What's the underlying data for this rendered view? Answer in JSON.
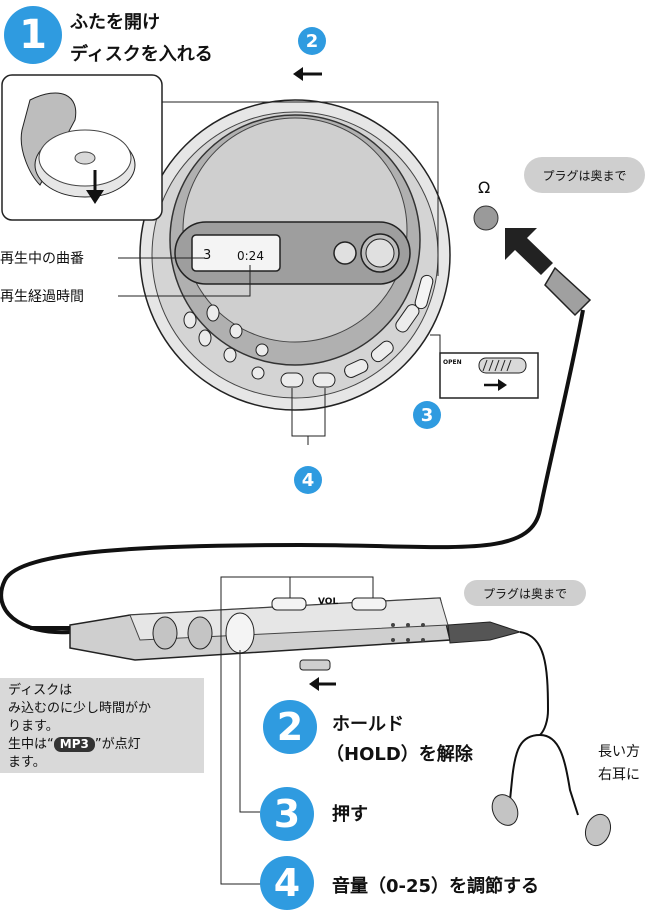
{
  "step1": {
    "number": "1",
    "line1": "ふたを開け",
    "line2": "ディスクを入れる"
  },
  "top_badge": "2",
  "right_badge": "3",
  "under_badge": "4",
  "display": {
    "track": "3",
    "time": "0:24"
  },
  "label_track": "再生中の曲番",
  "label_time": "再生経過時間",
  "plug_bubble_top": "プラグは奥まで",
  "plug_bubble_bottom": "プラグは奥まで",
  "open_label": "OPEN",
  "vol_label": "VOL",
  "headphone_symbol": "Ω",
  "note": {
    "line1": "ディスクは",
    "line2": "み込むのに少し時間がか",
    "line3": "ります。",
    "line4_pre": "生中は“",
    "mp3": "MP3",
    "line4_post": "”が点灯",
    "line5": "ます。"
  },
  "step2": {
    "number": "2",
    "line1": "ホールド",
    "line2": "（HOLD）を解除"
  },
  "step3": {
    "number": "3",
    "text": "押す"
  },
  "step4": {
    "number": "4",
    "text": "音量（0-25）を調節する"
  },
  "side_text": {
    "line1": "長い方",
    "line2": "右耳に"
  },
  "colors": {
    "accent": "#2f9be0",
    "device": "#9a9a9a",
    "device_light": "#e3e3e3",
    "note_bg": "#d9d9d9"
  }
}
